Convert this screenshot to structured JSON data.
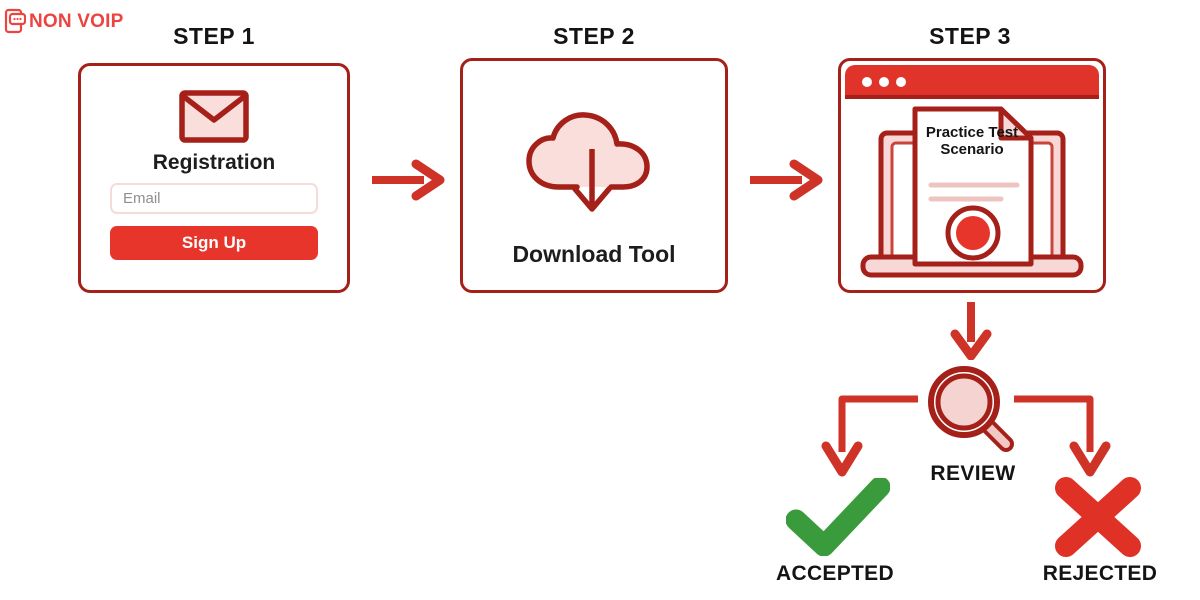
{
  "brand": {
    "name": "NON VOIP",
    "icon": "mobile-phone-icon",
    "color": "#ec4440"
  },
  "palette": {
    "dark_red": "#a52019",
    "bright_red": "#e8352c",
    "light_pink": "#f7d8d6",
    "green": "#3a9b3c",
    "black": "#141414"
  },
  "steps": [
    {
      "title": "STEP 1",
      "icon": "envelope-icon",
      "heading": "Registration",
      "input": {
        "placeholder": "Email",
        "value": ""
      },
      "button": {
        "label": "Sign Up"
      }
    },
    {
      "title": "STEP 2",
      "icon": "cloud-download-icon",
      "heading": "Download Tool"
    },
    {
      "title": "STEP 3",
      "icon": "browser-laptop-document-icon",
      "document_title_line1": "Practice Test",
      "document_title_line2": "Scenario"
    }
  ],
  "flow": {
    "arrow_step1_step2": "arrow-right-icon",
    "arrow_step2_step3": "arrow-right-icon",
    "arrow_step3_review": "arrow-down-icon",
    "branch_left": "elbow-arrow-left-icon",
    "branch_right": "elbow-arrow-right-icon"
  },
  "review": {
    "icon": "magnifier-icon",
    "label": "REVIEW"
  },
  "outcomes": [
    {
      "icon": "check-mark-icon",
      "label": "ACCEPTED",
      "color": "#3a9b3c"
    },
    {
      "icon": "cross-mark-icon",
      "label": "REJECTED",
      "color": "#e03127"
    }
  ]
}
